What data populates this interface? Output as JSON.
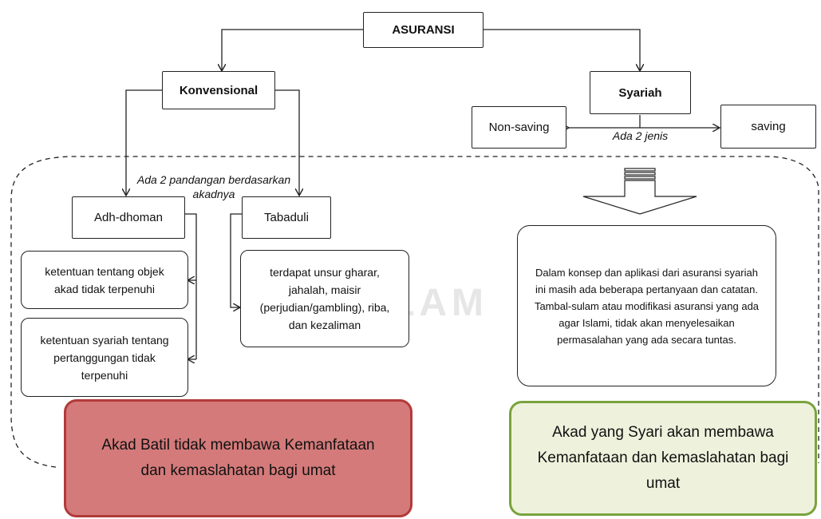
{
  "root": {
    "label": "ASURANSI"
  },
  "konvensional": {
    "label": "Konvensional",
    "note": "Ada 2 pandangan berdasarkan akadnya",
    "adh_dhoman": {
      "label": "Adh-dhoman",
      "points": [
        "ketentuan tentang objek akad tidak terpenuhi",
        "ketentuan syariah tentang pertanggungan tidak terpenuhi"
      ]
    },
    "tabaduli": {
      "label": "Tabaduli",
      "point": "terdapat unsur gharar, jahalah, maisir (perjudian/gambling), riba, dan kezaliman"
    }
  },
  "syariah": {
    "label": "Syariah",
    "note": "Ada 2 jenis",
    "types": [
      "Non-saving",
      "saving"
    ],
    "remark": "Dalam konsep dan aplikasi dari asuransi syariah ini masih ada beberapa pertanyaan dan catatan. Tambal-sulam atau modifikasi asuransi yang ada agar Islami, tidak akan menyelesaikan permasalahan yang ada secara tuntas."
  },
  "conclusions": {
    "batil": "Akad Batil tidak membawa Kemanfataan dan kemaslahatan bagi umat",
    "syari": "Akad  yang Syari akan membawa Kemanfataan dan kemaslahatan bagi umat"
  },
  "colors": {
    "red_fill": "#d47a7a",
    "red_border": "#b33a3a",
    "green_fill": "#eef2dc",
    "green_border": "#7aa33d"
  }
}
